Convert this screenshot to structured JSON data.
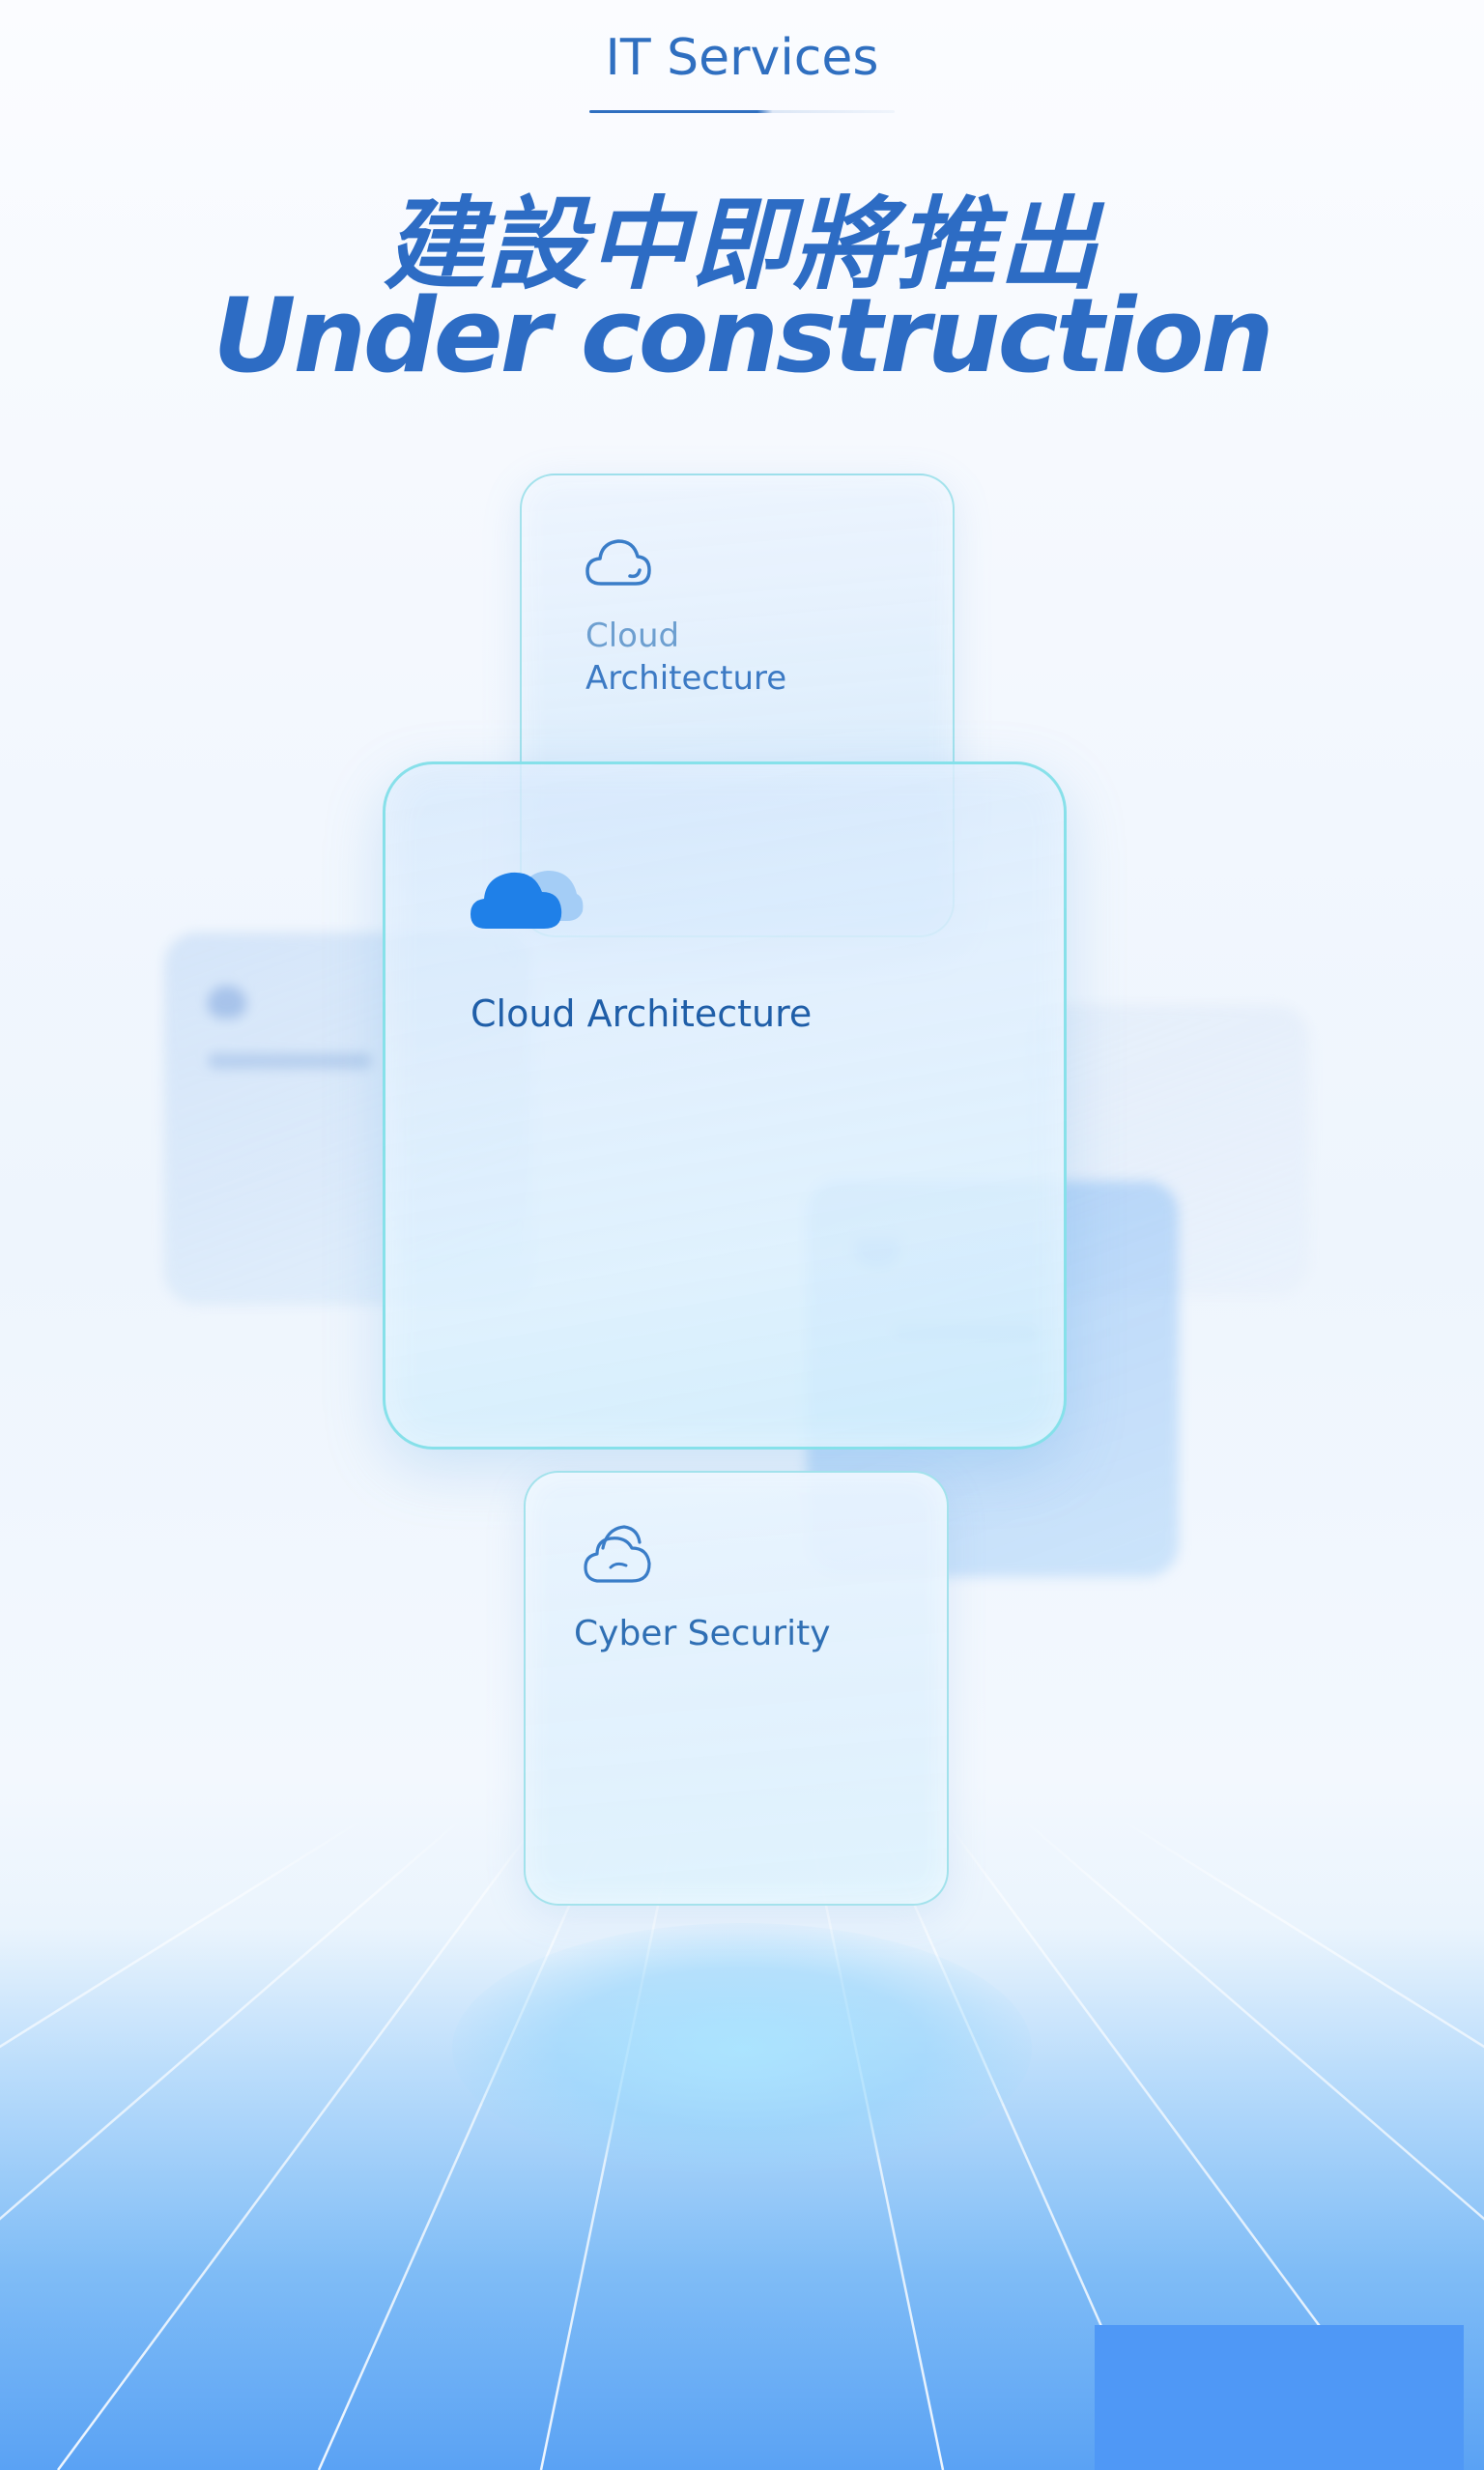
{
  "header": {
    "eyebrow": "IT Services",
    "title_zh": "建設中即將推出",
    "title_en": "Under construction"
  },
  "cards": {
    "top": {
      "icon": "cloud-outline-icon",
      "label_line1": "Cloud",
      "label_line2": "Architecture"
    },
    "main": {
      "icon": "cloud-filled-icon",
      "label": "Cloud Architecture"
    },
    "bottom": {
      "icon": "cloud-shield-icon",
      "label": "Cyber Security"
    }
  },
  "colors": {
    "accent": "#2d6cc4",
    "icon_blue": "#1f80e8",
    "card_border": "#8cdce6",
    "floor_blue": "#5aa2f4"
  }
}
